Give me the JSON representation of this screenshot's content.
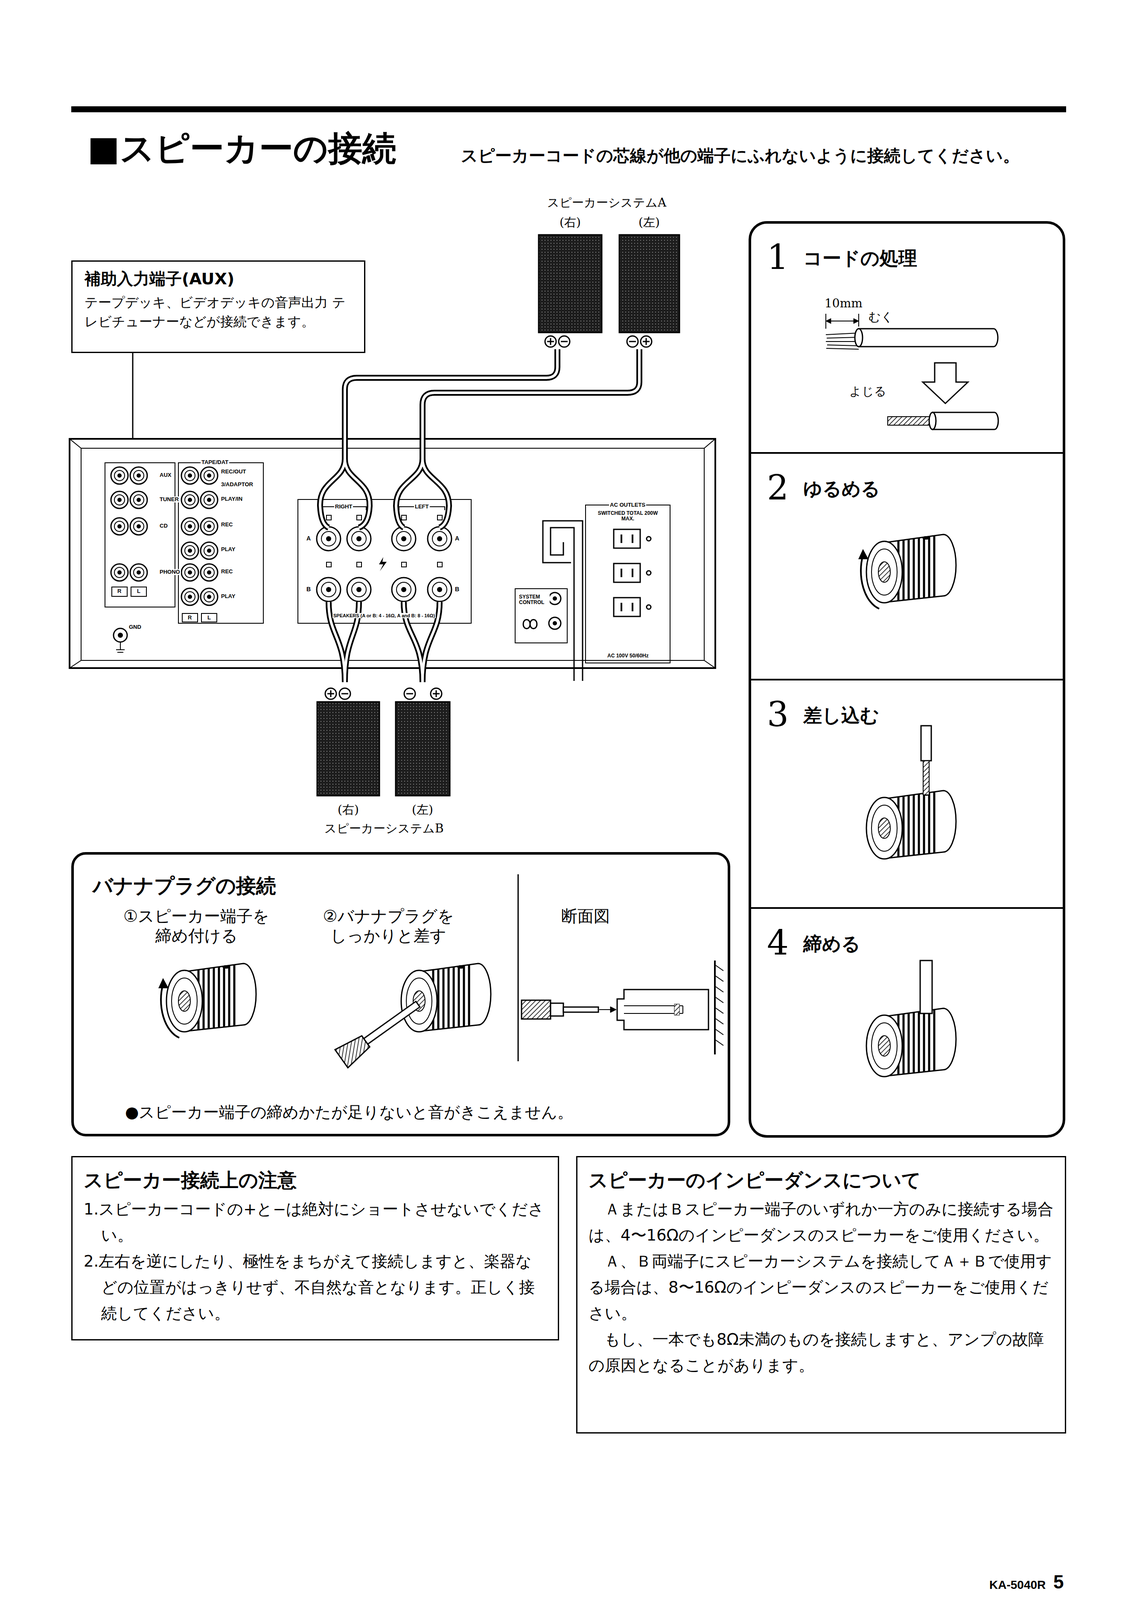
{
  "diagram": {
    "title": "■スピーカーの接続",
    "nodes": [
      {
        "text": [
          "補助入力端子(AUX)",
          "テープデッキ、ビデオデッキの音声出力 テレビチューナーなどが接続できます。"
        ]
      },
      {
        "text": [
          "1",
          "コードの処理"
        ]
      },
      {
        "text": [
          "2",
          "ゆるめる"
        ]
      },
      {
        "text": [
          "3",
          "差し込む"
        ]
      },
      {
        "text": [
          "4",
          "締める"
        ]
      },
      {
        "text": [
          "バナナプラグの接続",
          "●スピーカー端子の締めかたが足りないと音がきこえません。"
        ]
      },
      {
        "text": [
          "スピーカー接続上の注意",
          "1.スピーカーコードの+と−は絶対にショートさせないでください。",
          "2.左右を逆にしたり、極性をまちがえて接続しますと、楽器などの位置がはっきりせず、不自然な音となります。正しく接続してください。"
        ]
      },
      {
        "text": [
          "スピーカーのインピーダンスについて",
          "ＡまたはＢスピーカー端子のいずれか一方のみに接続する場合は、4〜16Ωのインピーダンスのスピーカーをご使用ください。",
          "Ａ、Ｂ両端子にスピーカーシステムを接続してＡ＋Ｂで使用する場合は、8〜16Ωのインピーダンスのスピーカーをご使用ください。",
          "もし、一本でも8Ω未満のものを接続しますと、アンプの故障の原因となることがあります。"
        ]
      }
    ],
    "labels": [
      "スピーカーコードの芯線が他の端子にふれないように接続してください。",
      "スピーカーシステムA",
      "(右)",
      "(左)",
      "AUX",
      "TUNER",
      "CD",
      "PHONO",
      "R",
      "L",
      "GND",
      "TAPE/DAT",
      "REC/OUT",
      "3/ADAPTOR",
      "PLAY/IN",
      "REC",
      "PLAY",
      "REC",
      "PLAY",
      "R",
      "L",
      "RIGHT",
      "LEFT",
      "A",
      "A",
      "B",
      "B",
      "SPEAKERS (A or B: 4 - 16Ω, A and B: 8 - 16Ω)",
      "AC OUTLETS",
      "SWITCHED TOTAL 200W MAX.",
      "AC 100V 50/60Hz",
      "SYSTEM CONTROL",
      "(右)",
      "(左)",
      "スピーカーシステムB",
      "10mm",
      "むく",
      "よじる",
      "①スピーカー端子を 締め付ける",
      "②バナナプラグを しっかりと差す",
      "断面図",
      "KA-5040R",
      "5"
    ]
  }
}
